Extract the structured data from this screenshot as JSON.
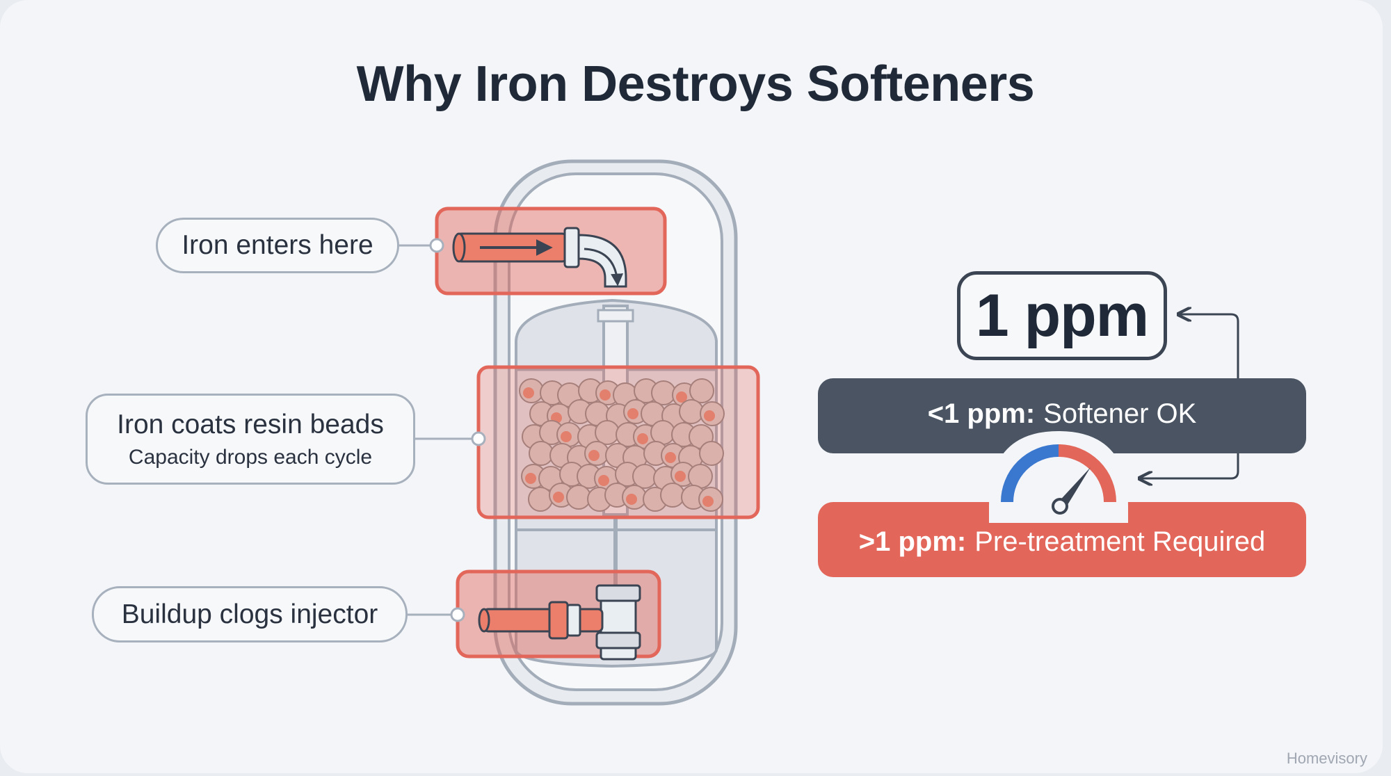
{
  "title": "Why Iron Destroys Softeners",
  "callouts": {
    "iron_enters": "Iron enters here",
    "resin_title": "Iron coats resin beads",
    "resin_sub": "Capacity drops each cycle",
    "injector": "Buildup clogs injector"
  },
  "threshold": {
    "value_label": "1 ppm",
    "ok_prefix": "<1 ppm:",
    "ok_text": "Softener OK",
    "req_prefix": ">1 ppm:",
    "req_text": "Pre-treatment Required"
  },
  "footer": "Homevisory",
  "colors": {
    "highlight": "#e2665a",
    "ok_bar": "#4a5462",
    "gauge_blue": "#3a78d0",
    "gauge_red": "#e2665a",
    "outline": "#3b4452"
  }
}
